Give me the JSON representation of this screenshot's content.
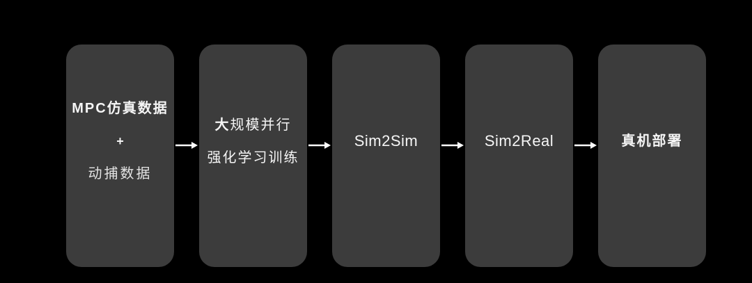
{
  "colors": {
    "background": "#000000",
    "box": "#3c3c3c",
    "text": "#f5f5f5",
    "arrow": "#ffffff"
  },
  "diagram": {
    "title": "training-pipeline-flow",
    "steps": [
      {
        "line1": "MPC仿真数据",
        "line2": "+",
        "line3": "动捕数据"
      },
      {
        "line1_bold": "大",
        "line1_rest": "规模并行",
        "line2": "强化学习训练"
      },
      {
        "label": "Sim2Sim"
      },
      {
        "label": "Sim2Real"
      },
      {
        "label": "真机部署"
      }
    ]
  }
}
